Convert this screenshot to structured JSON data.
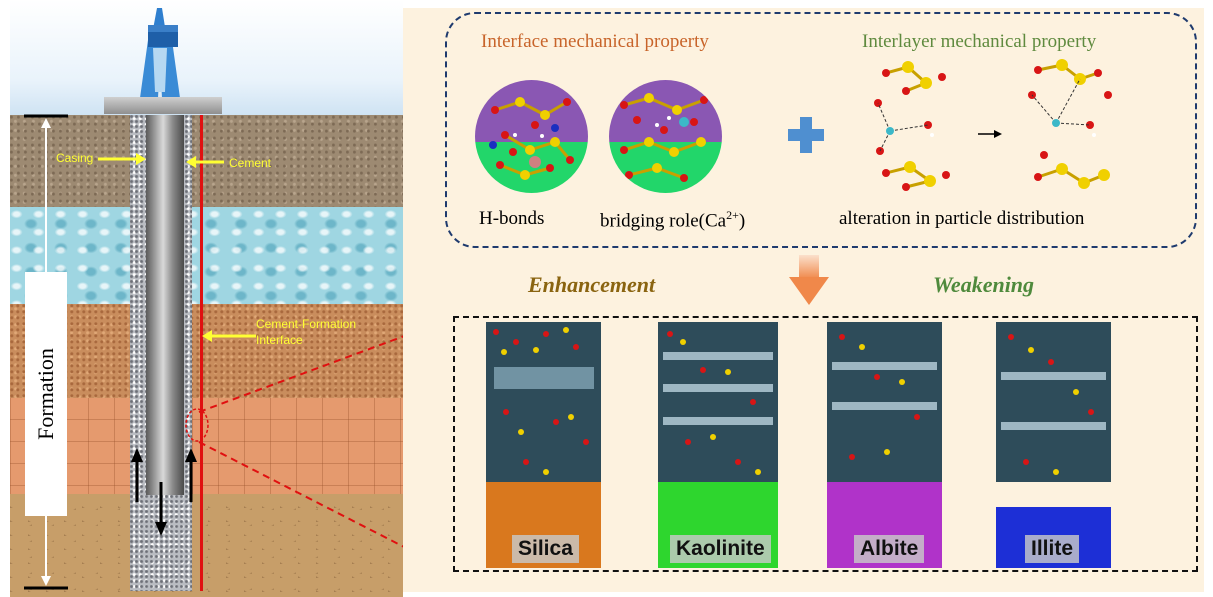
{
  "wellbore": {
    "casing_label": "Casing",
    "cement_label": "Cement",
    "interface_label_line1": "Cement-Formation",
    "interface_label_line2": "Interface",
    "formation_label": "Formation"
  },
  "mechanism": {
    "interface_title": "Interface mechanical property",
    "interlayer_title": "Interlayer mechanical property",
    "hbonds_label": "H-bonds",
    "bridging_label": "bridging role(Ca",
    "bridging_sup": "2+",
    "bridging_close": ")",
    "alteration_label": "alteration in particle distribution"
  },
  "effects": {
    "enhancement": "Enhancement",
    "weakening": "Weakening"
  },
  "minerals": [
    {
      "name": "Silica",
      "substrate_color": "#d9781e"
    },
    {
      "name": "Kaolinite",
      "substrate_color": "#2ed62e"
    },
    {
      "name": "Albite",
      "substrate_color": "#b033c9"
    },
    {
      "name": "Illite",
      "substrate_color": "#1d2fd6"
    }
  ],
  "colors": {
    "interface_title": "#c8642a",
    "interlayer_title": "#5f8a3e",
    "enhancement": "#8a6410",
    "weakening": "#4f8a3c",
    "panel_bg": "#fdf2df",
    "oxygen": "#d81515",
    "silicon": "#f0d000",
    "calcium": "#3cb8c8"
  }
}
